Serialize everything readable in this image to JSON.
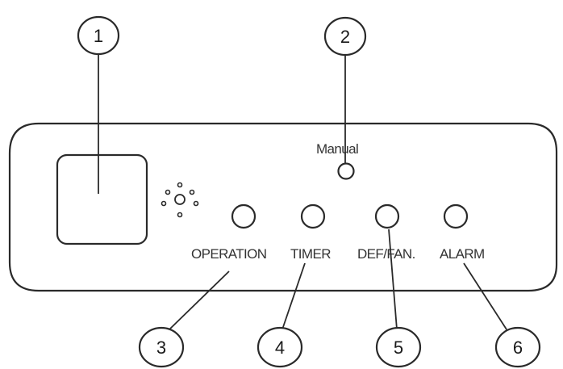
{
  "callouts": [
    "1",
    "2",
    "3",
    "4",
    "5",
    "6"
  ],
  "panel": {
    "manual_label": "Manual",
    "indicators": [
      "OPERATION",
      "TIMER",
      "DEF/FAN.",
      "ALARM"
    ]
  }
}
